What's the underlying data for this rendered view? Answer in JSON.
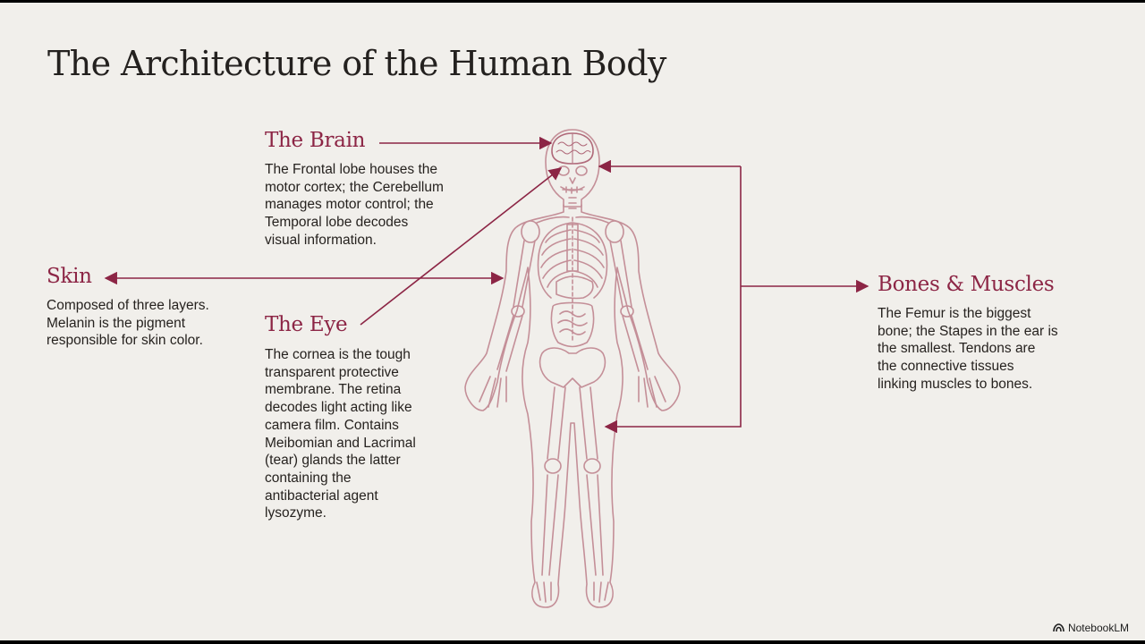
{
  "title": "The Architecture of the Human Body",
  "sections": {
    "brain": {
      "heading": "The Brain",
      "lines": [
        "The Frontal lobe houses the",
        "motor cortex; the Cerebellum",
        "manages motor control; the",
        "Temporal lobe decodes",
        "visual information."
      ]
    },
    "skin": {
      "heading": "Skin",
      "lines": [
        "Composed of three layers.",
        "Melanin is the pigment",
        "responsible for skin color."
      ]
    },
    "eye": {
      "heading": "The Eye",
      "lines": [
        "The cornea is the tough",
        "transparent protective",
        "membrane. The retina",
        "decodes light acting like",
        "camera film. Contains",
        "Meibomian and Lacrimal",
        "(tear) glands the latter",
        "containing the",
        "antibacterial agent",
        "lysozyme."
      ]
    },
    "bones_muscles": {
      "heading": "Bones & Muscles",
      "lines": [
        "The Femur is the biggest",
        "bone; the Stapes in the ear is",
        "the smallest. Tendons are",
        "the connective tissues",
        "linking muscles to bones."
      ]
    }
  },
  "brand": {
    "name": "NotebookLM",
    "icon": "notebooklm-logo-icon"
  },
  "colors": {
    "background": "#f1efeb",
    "accent": "#8c2545",
    "figure_line": "#c48f98",
    "text": "#26221f"
  }
}
